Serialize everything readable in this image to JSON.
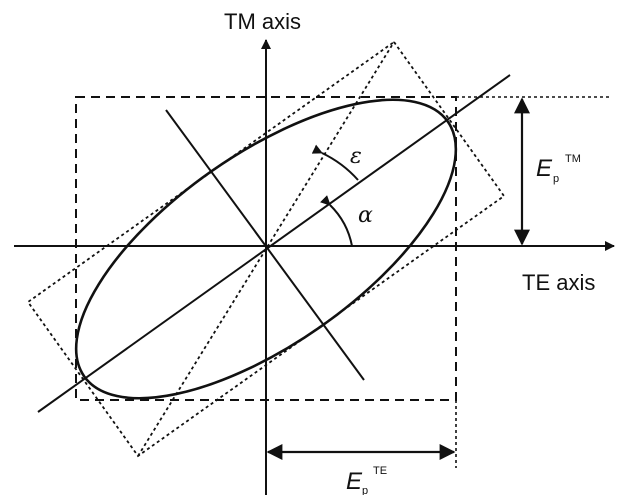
{
  "labels": {
    "tm_axis": "TM axis",
    "te_axis": "TE axis",
    "epsilon": "ε",
    "alpha": "α",
    "ep_tm": {
      "base": "E",
      "sub": "p",
      "sup": "TM"
    },
    "ep_te": {
      "base": "E",
      "sub": "p",
      "sup": "TE"
    }
  }
}
